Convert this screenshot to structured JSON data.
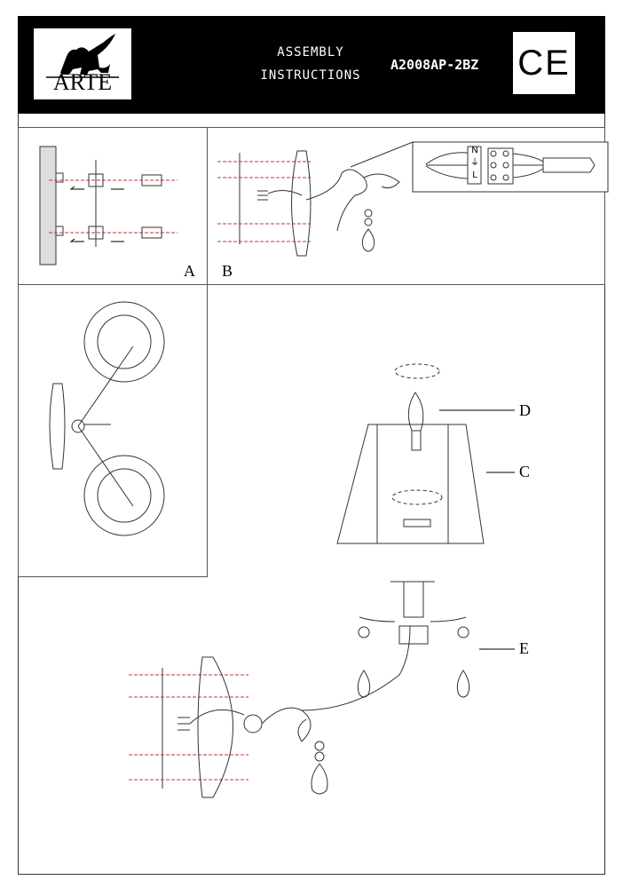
{
  "header": {
    "brand": "ARTE",
    "title_line1": "ASSEMBLY",
    "title_line2": "INSTRUCTIONS",
    "model": "A2008AP-2BZ",
    "cert_mark": "CE"
  },
  "wiring": {
    "terminals": [
      "N",
      "⏚",
      "L"
    ]
  },
  "labels": {
    "a": "A",
    "b": "B",
    "c": "C",
    "d": "D",
    "e": "E"
  }
}
